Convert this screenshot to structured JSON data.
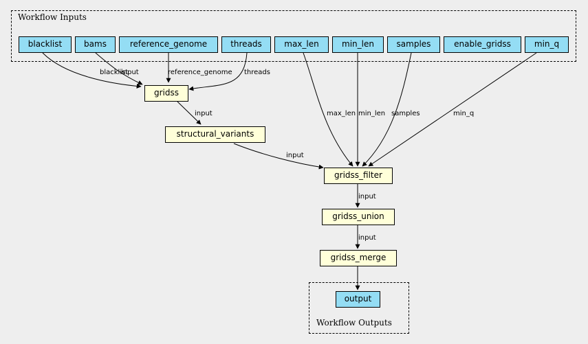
{
  "inputs_cluster": {
    "label": "Workflow Inputs"
  },
  "outputs_cluster": {
    "label": "Workflow Outputs"
  },
  "inputs": {
    "blacklist": "blacklist",
    "bams": "bams",
    "reference_genome": "reference_genome",
    "threads": "threads",
    "max_len": "max_len",
    "min_len": "min_len",
    "samples": "samples",
    "enable_gridss": "enable_gridss",
    "min_q": "min_q"
  },
  "steps": {
    "gridss": "gridss",
    "structural_variants": "structural_variants",
    "gridss_filter": "gridss_filter",
    "gridss_union": "gridss_union",
    "gridss_merge": "gridss_merge"
  },
  "outputs": {
    "output": "output"
  },
  "edges": {
    "blacklist_gridss": "blacklist",
    "bams_gridss": "input",
    "reference_genome_gridss": "reference_genome",
    "threads_gridss": "threads",
    "gridss_structural_variants": "input",
    "structural_variants_filter": "input",
    "max_len_filter": "max_len",
    "min_len_filter": "min_len",
    "samples_filter": "samples",
    "min_q_filter": "min_q",
    "filter_union": "input",
    "union_merge": "input"
  },
  "colors": {
    "input_node": "#94ddf4",
    "step_node": "#ffffd9",
    "background": "#eeeeee"
  }
}
